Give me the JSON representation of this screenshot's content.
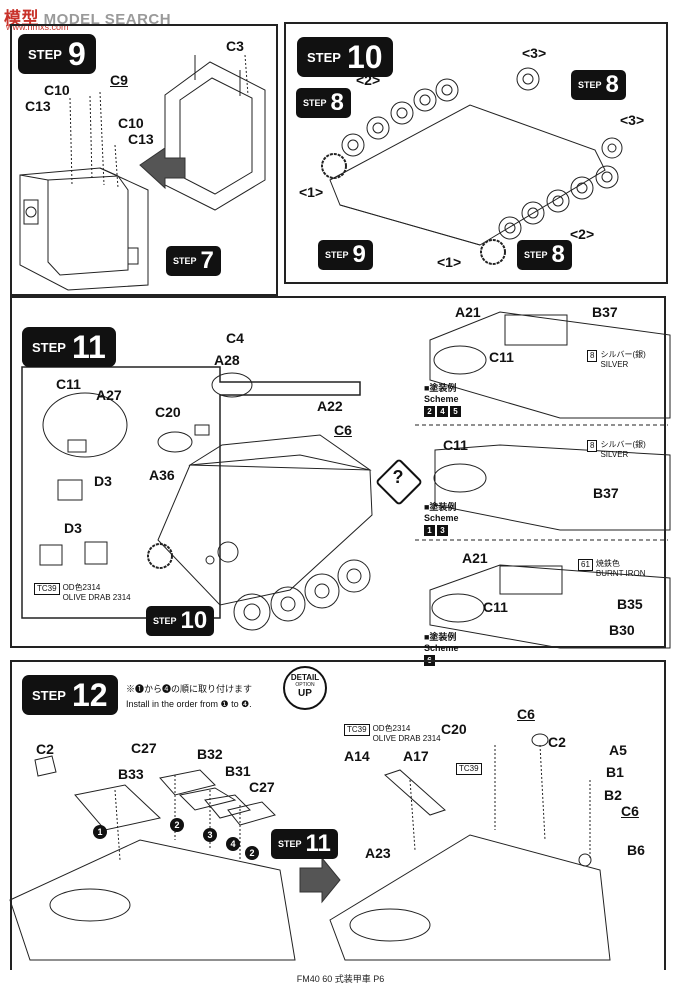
{
  "watermark": {
    "prefix": "模型",
    "name": "MODEL SEARCH",
    "url": "www.hmxs.com"
  },
  "step9_panel": {
    "badge": {
      "word": "STEP",
      "num": "9"
    },
    "ref_badge": {
      "word": "STEP",
      "num": "7"
    },
    "labels": {
      "c3": "C3",
      "c9": "C9",
      "c10a": "C10",
      "c13a": "C13",
      "c10b": "C10",
      "c13b": "C13"
    }
  },
  "step10_panel": {
    "badge": {
      "word": "STEP",
      "num": "10"
    },
    "refs": {
      "step8_left": "8",
      "step8_right": "8",
      "step8_bottom": "8",
      "step9_bottom": "9",
      "word": "STEP"
    },
    "brackets": {
      "b3_top": "<3>",
      "b2_top": "<2>",
      "b1_left": "<1>",
      "b3_right": "<3>",
      "b2_right": "<2>",
      "b1_bottom": "<1>"
    }
  },
  "step11_panel": {
    "badge": {
      "word": "STEP",
      "num": "11"
    },
    "ref_badge": {
      "word": "STEP",
      "num": "10"
    },
    "inset": {
      "c11": "C11",
      "a27": "A27",
      "d3a": "D3",
      "d3b": "D3",
      "paint_code": "TC39",
      "paint_jp": "OD色2314",
      "paint_en": "OLIVE DRAB 2314"
    },
    "main_labels": {
      "c4": "C4",
      "a28": "A28",
      "c20": "C20",
      "a22": "A22",
      "c6": "C6",
      "a36": "A36"
    },
    "option_icon": "?",
    "opt_a": {
      "a21": "A21",
      "b37": "B37",
      "c11": "C11",
      "paint_num": "8",
      "paint_jp": "シルバー(銀)",
      "paint_en": "SILVER",
      "scheme_jp": "■塗装例",
      "scheme_en": "Scheme",
      "schemes": [
        "2",
        "4",
        "5"
      ]
    },
    "opt_b": {
      "c11": "C11",
      "b37": "B37",
      "paint_num": "8",
      "paint_jp": "シルバー(銀)",
      "paint_en": "SILVER",
      "scheme_jp": "■塗装例",
      "scheme_en": "Scheme",
      "schemes": [
        "1",
        "3"
      ]
    },
    "opt_c": {
      "a21": "A21",
      "c11": "C11",
      "b35": "B35",
      "b30": "B30",
      "paint_num": "61",
      "paint_jp": "焼鉄色",
      "paint_en": "BURNT IRON",
      "scheme_jp": "■塗装例",
      "scheme_en": "Scheme",
      "schemes": [
        "6"
      ]
    }
  },
  "step12_panel": {
    "badge": {
      "word": "STEP",
      "num": "12"
    },
    "note_jp": "※❶から❹の順に取り付けます",
    "note_en": "Install in the order from ❶ to ❹.",
    "detail": {
      "l1": "DETAIL",
      "l2": "OPTION",
      "l3": "UP"
    },
    "ref_badge": {
      "word": "STEP",
      "num": "11"
    },
    "left_labels": {
      "c2": "C2",
      "b33": "B33",
      "c27a": "C27",
      "b32": "B32",
      "b31": "B31",
      "c27b": "C27"
    },
    "order_marks": {
      "m1": "1",
      "m2a": "2",
      "m3": "3",
      "m4": "4",
      "m2b": "2"
    },
    "right_labels": {
      "c20": "C20",
      "c6a": "C6",
      "c2": "C2",
      "a14": "A14",
      "a17": "A17",
      "a5": "A5",
      "b1": "B1",
      "b2": "B2",
      "c6b": "C6",
      "b6": "B6",
      "a23": "A23"
    },
    "paint": {
      "code": "TC39",
      "jp": "OD色2314",
      "en": "OLIVE DRAB 2314"
    }
  },
  "footer": "FM40 60 式装甲車 P6"
}
